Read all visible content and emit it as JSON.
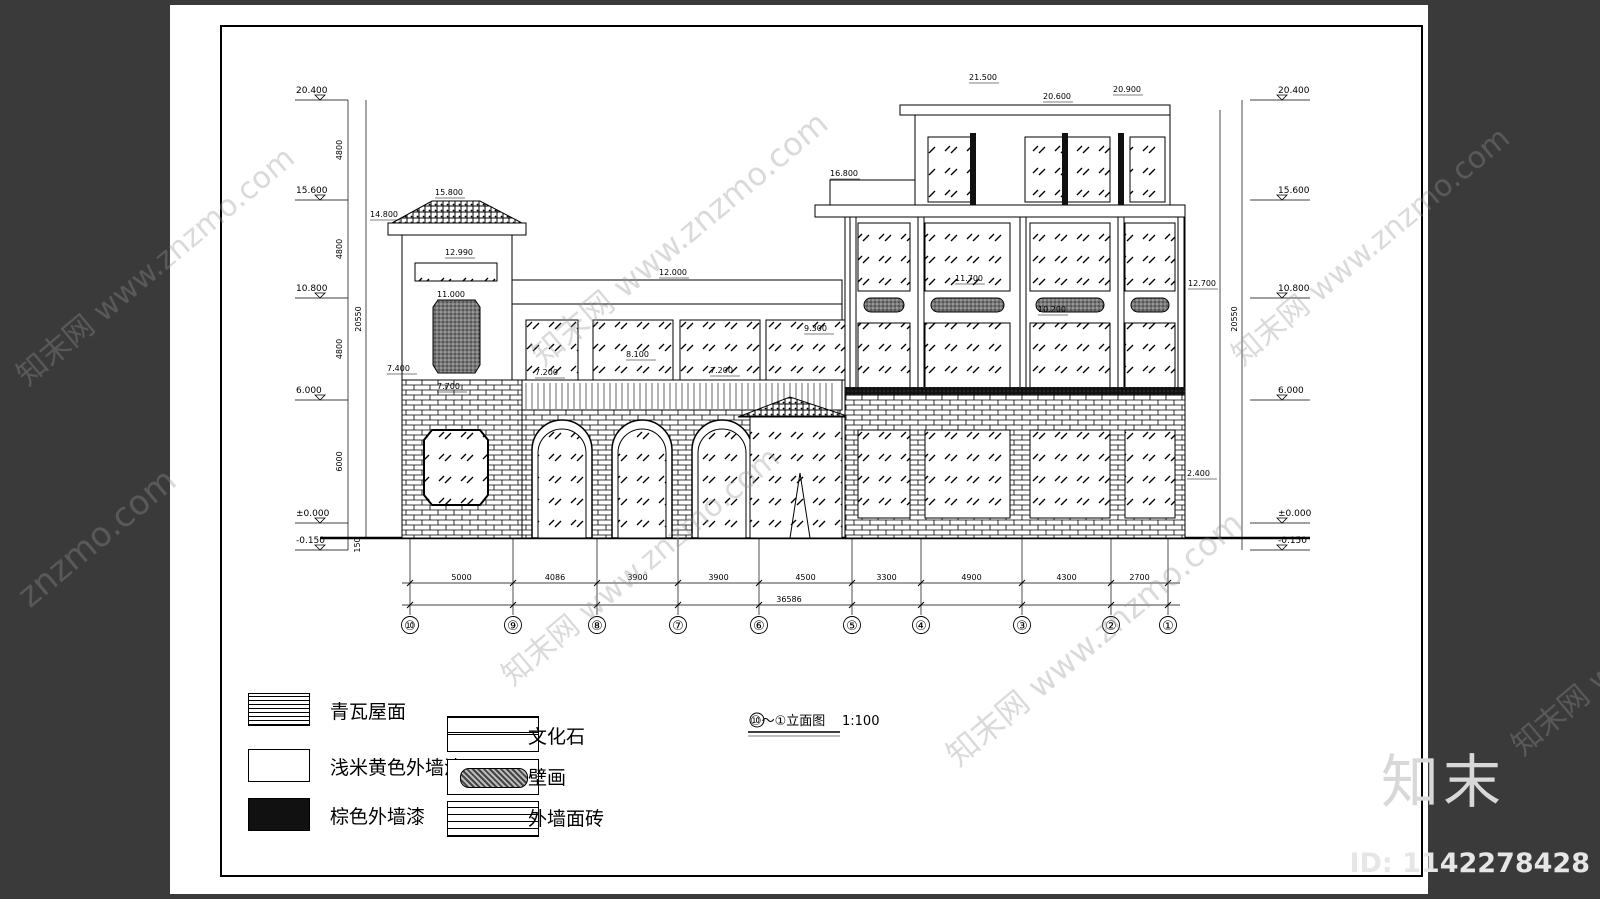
{
  "drawing": {
    "title": "⑩～①立面图",
    "scale": "1:100"
  },
  "levels_left": [
    "20.400",
    "15.600",
    "10.800",
    "6.000",
    "±0.000",
    "-0.150"
  ],
  "levels_right": [
    "20.400",
    "15.600",
    "10.800",
    "6.000",
    "±0.000",
    "-0.150"
  ],
  "left_dims": [
    "4800",
    "4800",
    "4800",
    "6000"
  ],
  "overall_height": "20550",
  "plinth_dim": "150",
  "axis_labels": [
    "⑩",
    "⑨",
    "⑧",
    "⑦",
    "⑥",
    "⑤",
    "④",
    "③",
    "②",
    "①"
  ],
  "bay_dims": [
    "5000",
    "4086",
    "3900",
    "3900",
    "4500",
    "3300",
    "4900",
    "4300",
    "2700"
  ],
  "total_dim": "36586",
  "elevation_marks": [
    "14.800",
    "15.800",
    "12.990",
    "11.000",
    "7.400",
    "7.700",
    "12.000",
    "8.100",
    "7.200",
    "7.200",
    "9.300",
    "16.800",
    "21.500",
    "20.600",
    "20.900",
    "12.700",
    "10.200",
    "11.700",
    "2.400"
  ],
  "legend": [
    {
      "label": "青瓦屋面",
      "pattern": "roof-tile"
    },
    {
      "label": "浅米黄色外墙漆",
      "pattern": "plain"
    },
    {
      "label": "棕色外墙漆",
      "pattern": "dark"
    },
    {
      "label": "文化石",
      "pattern": "culture-stone"
    },
    {
      "label": "壁画",
      "pattern": "mural"
    },
    {
      "label": "外墙面砖",
      "pattern": "brick"
    }
  ],
  "watermark": {
    "text": "知末网 www.znzmo.com",
    "short": "znzmo.com",
    "brand": "知末",
    "id": "ID: 1142278428"
  }
}
